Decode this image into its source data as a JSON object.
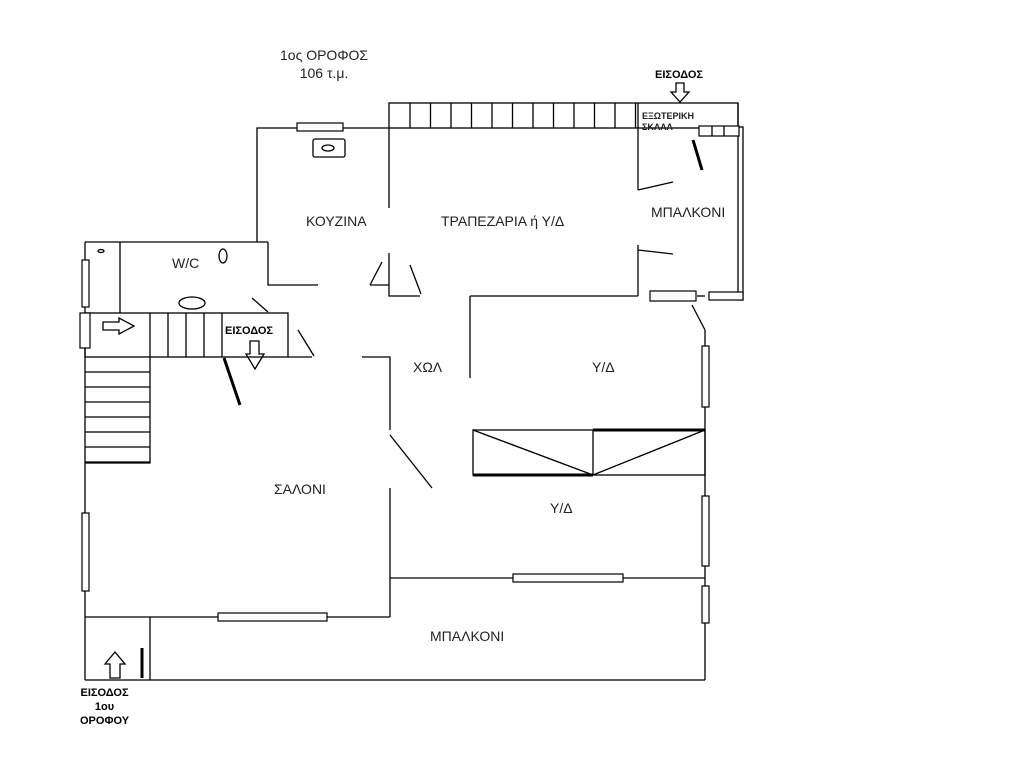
{
  "title": {
    "floor": "1ος ΟΡΟΦΟΣ",
    "area": "106 τ.μ."
  },
  "rooms": {
    "kitchen": "ΚΟΥΖΙΝΑ",
    "dining": "ΤΡΑΠΕΖΑΡΙΑ ή Υ/Δ",
    "balcony_top": "ΜΠΑΛΚΟΝΙ",
    "wc": "W/C",
    "hall": "ΧΩΛ",
    "bedroom1": "Υ/Δ",
    "bedroom2": "Υ/Δ",
    "living": "ΣΑΛΟΝΙ",
    "balcony_bottom": "ΜΠΑΛΚΟΝΙ"
  },
  "labels": {
    "entrance_top": "ΕΙΣΟΔΟΣ",
    "external_stair_1": "ΕΞΩΤΕΡΙΚΗ",
    "external_stair_2": "ΣΚΑΛΑ",
    "entrance_mid": "ΕΙΣΟΔΟΣ",
    "entrance_floor_1": "ΕΙΣΟΔΟΣ",
    "entrance_floor_2": "1ου",
    "entrance_floor_3": "ΟΡΟΦΟΥ"
  }
}
